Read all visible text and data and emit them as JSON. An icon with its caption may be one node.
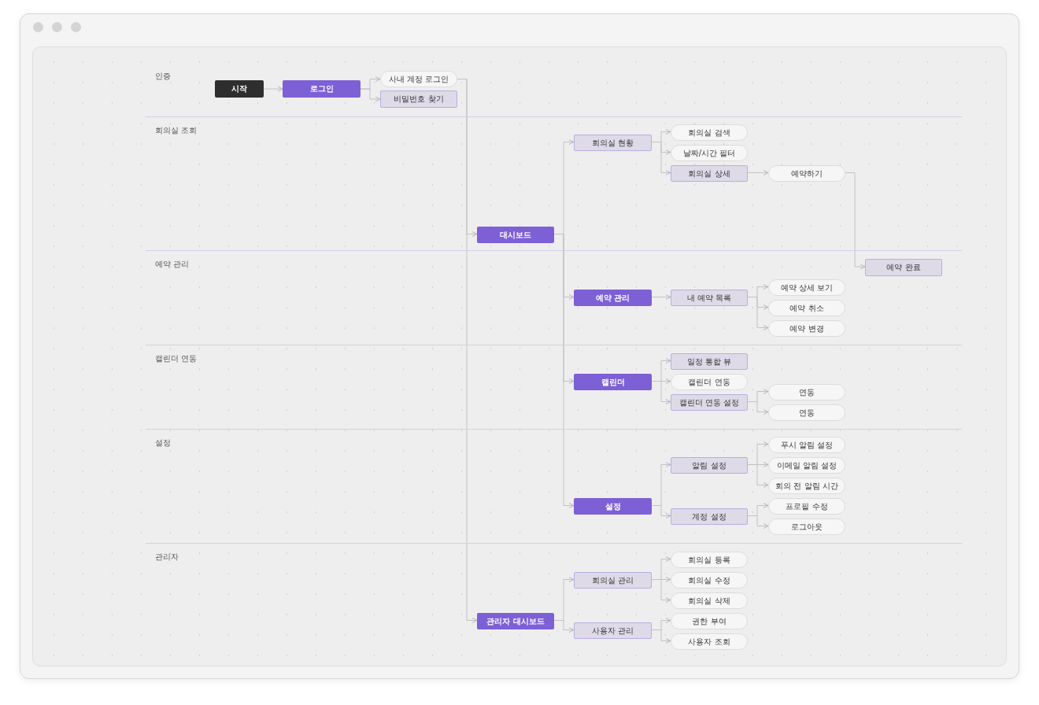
{
  "diagram": {
    "nodes": [
      {
        "text": [
          "인증"
        ]
      },
      {
        "text": [
          "시작"
        ],
        "in": 0
      },
      {
        "text": [
          "로그인"
        ],
        "in": 0
      },
      {
        "text": [
          "사내 계정 로그인"
        ],
        "in": 0
      },
      {
        "text": [
          "비밀번호 찾기"
        ],
        "in": 0
      },
      {
        "text": [
          "회의실 조회"
        ]
      },
      {
        "text": [
          "대시보드"
        ],
        "in": 5
      },
      {
        "text": [
          "회의실 현황"
        ],
        "in": 5
      },
      {
        "text": [
          "회의실 검색"
        ],
        "in": 5
      },
      {
        "text": [
          "날짜/시간 필터"
        ],
        "in": 5
      },
      {
        "text": [
          "회의실 상세"
        ],
        "in": 5
      },
      {
        "text": [
          "예약하기"
        ],
        "in": 5
      },
      {
        "text": [
          "예약 관리"
        ]
      },
      {
        "text": [
          "예약 완료"
        ],
        "in": 12
      },
      {
        "text": [
          "예약 관리"
        ],
        "in": 12
      },
      {
        "text": [
          "내 예약 목록"
        ],
        "in": 12
      },
      {
        "text": [
          "예약 상세 보기"
        ],
        "in": 12
      },
      {
        "text": [
          "예약 취소"
        ],
        "in": 12
      },
      {
        "text": [
          "예약 변경"
        ],
        "in": 12
      },
      {
        "text": [
          "캘린더 연동"
        ]
      },
      {
        "text": [
          "캘린더"
        ],
        "in": 19
      },
      {
        "text": [
          "일정 통합 뷰"
        ],
        "in": 19
      },
      {
        "text": [
          "캘린더 연동"
        ],
        "in": 19
      },
      {
        "text": [
          "캘린더 연동 설정"
        ],
        "in": 19
      },
      {
        "text": [
          "연동"
        ],
        "in": 19
      },
      {
        "text": [
          "연동"
        ],
        "in": 19
      },
      {
        "text": [
          "설정"
        ]
      },
      {
        "text": [
          "설정"
        ],
        "in": 26
      },
      {
        "text": [
          "알림 설정"
        ],
        "in": 26
      },
      {
        "text": [
          "계정 설정"
        ],
        "in": 26
      },
      {
        "text": [
          "푸시 알림 설정"
        ],
        "in": 26
      },
      {
        "text": [
          "이메일 알림 설정"
        ],
        "in": 26
      },
      {
        "text": [
          "회의 전 알림 시간"
        ],
        "in": 26
      },
      {
        "text": [
          "프로필 수정"
        ],
        "in": 26
      },
      {
        "text": [
          "로그아웃"
        ],
        "in": 26
      },
      {
        "text": [
          "관리자"
        ]
      },
      {
        "text": [
          "관리자 대시보드"
        ],
        "in": 35
      },
      {
        "text": [
          "회의실 관리"
        ],
        "in": 35
      },
      {
        "text": [
          "사용자 관리"
        ],
        "in": 35
      },
      {
        "text": [
          "회의실 등록"
        ],
        "in": 35
      },
      {
        "text": [
          "회의실 수정"
        ],
        "in": 35
      },
      {
        "text": [
          "회의실 삭제"
        ],
        "in": 35
      },
      {
        "text": [
          "권한 부여"
        ],
        "in": 35
      },
      {
        "text": [
          "사용자 조회"
        ],
        "in": 35
      }
    ],
    "edges": [
      {
        "from": 1,
        "to": 2,
        "arrow": "to"
      },
      {
        "from": 2,
        "to": 3,
        "arrow": "to"
      },
      {
        "from": 2,
        "to": 4,
        "arrow": "to"
      },
      {
        "from": 3,
        "to": 6,
        "arrow": "to"
      },
      {
        "from": 3,
        "to": 36,
        "arrow": "to"
      },
      {
        "from": 6,
        "to": 7,
        "arrow": "to"
      },
      {
        "from": 6,
        "to": 14,
        "arrow": "to"
      },
      {
        "from": 6,
        "to": 20,
        "arrow": "to"
      },
      {
        "from": 6,
        "to": 27,
        "arrow": "to"
      },
      {
        "from": 7,
        "to": 8,
        "arrow": "to"
      },
      {
        "from": 7,
        "to": 9,
        "arrow": "to"
      },
      {
        "from": 7,
        "to": 10,
        "arrow": "to"
      },
      {
        "from": 10,
        "to": 11,
        "arrow": "to"
      },
      {
        "from": 11,
        "to": 13,
        "arrow": "to"
      },
      {
        "from": 14,
        "to": 15,
        "arrow": "to"
      },
      {
        "from": 15,
        "to": 16,
        "arrow": "to"
      },
      {
        "from": 15,
        "to": 17,
        "arrow": "to"
      },
      {
        "from": 15,
        "to": 18,
        "arrow": "to"
      },
      {
        "from": 20,
        "to": 21,
        "arrow": "to"
      },
      {
        "from": 20,
        "to": 22,
        "arrow": "to"
      },
      {
        "from": 20,
        "to": 23,
        "arrow": "to"
      },
      {
        "from": 23,
        "to": 24,
        "arrow": "to"
      },
      {
        "from": 23,
        "to": 25,
        "arrow": "to"
      },
      {
        "from": 27,
        "to": 28,
        "arrow": "to"
      },
      {
        "from": 27,
        "to": 29,
        "arrow": "to"
      },
      {
        "from": 28,
        "to": 30,
        "arrow": "to"
      },
      {
        "from": 28,
        "to": 31,
        "arrow": "to"
      },
      {
        "from": 28,
        "to": 32,
        "arrow": "to"
      },
      {
        "from": 29,
        "to": 33,
        "arrow": "to"
      },
      {
        "from": 29,
        "to": 34,
        "arrow": "to"
      },
      {
        "from": 36,
        "to": 37,
        "arrow": "to"
      },
      {
        "from": 36,
        "to": 38,
        "arrow": "to"
      },
      {
        "from": 37,
        "to": 39,
        "arrow": "to"
      },
      {
        "from": 37,
        "to": 40,
        "arrow": "to"
      },
      {
        "from": 37,
        "to": 41,
        "arrow": "to"
      },
      {
        "from": 38,
        "to": 42,
        "arrow": "to"
      },
      {
        "from": 38,
        "to": 43,
        "arrow": "to"
      }
    ]
  }
}
